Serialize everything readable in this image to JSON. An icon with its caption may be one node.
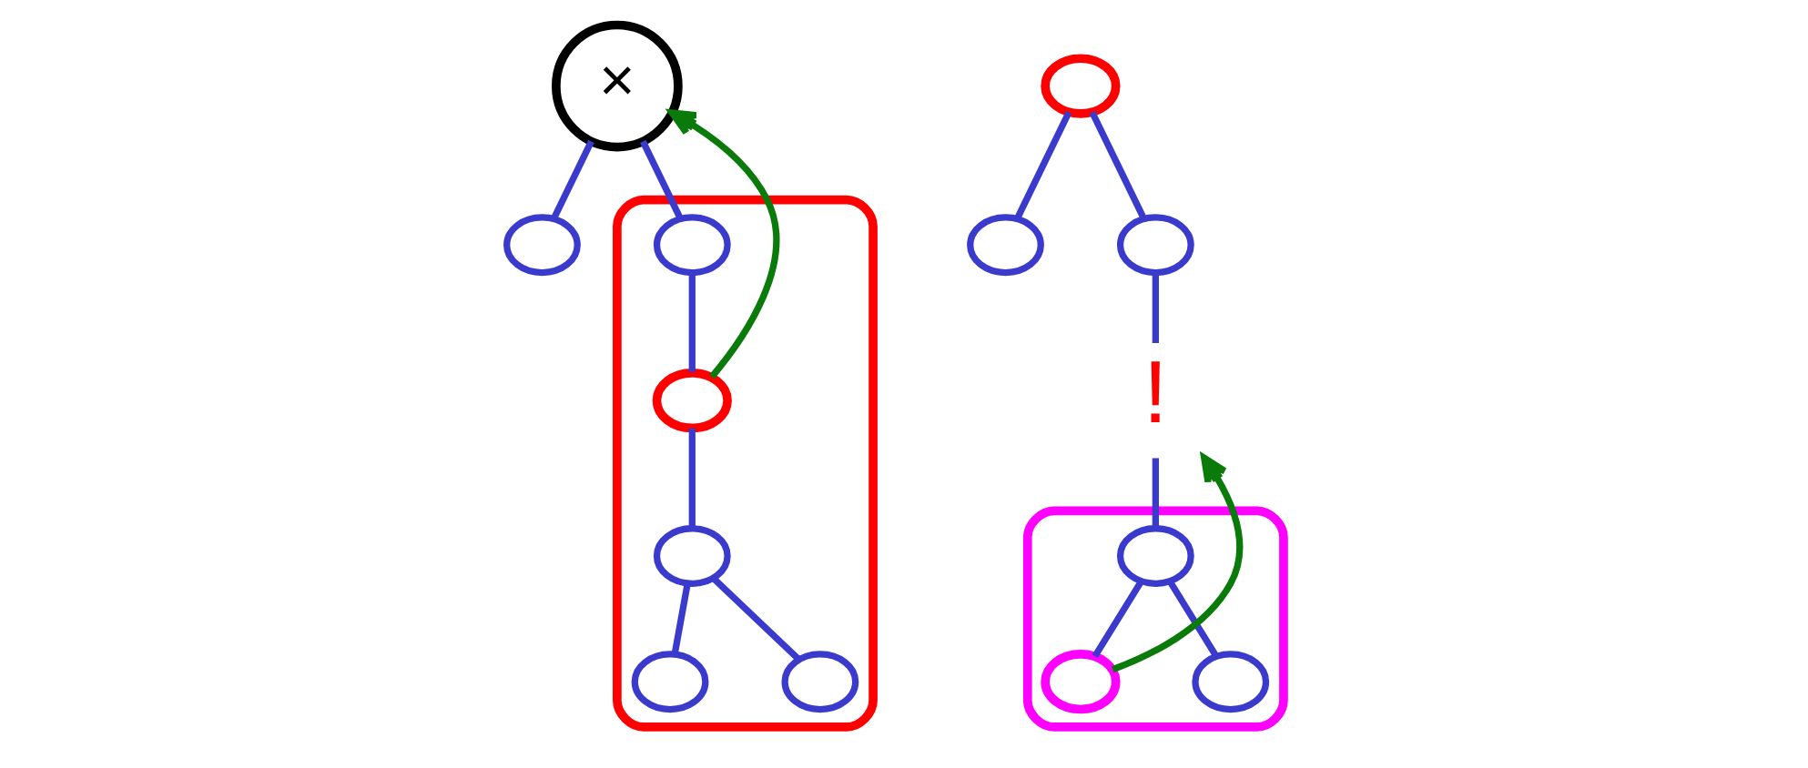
{
  "diagram": {
    "nodes": [
      {
        "text": [
          "×"
        ]
      },
      {
        "text": [],
        "shape": "circle"
      },
      {
        "text": [],
        "shape": "triangle"
      },
      {
        "text": [],
        "shape": "circle",
        "in": 2
      },
      {
        "text": [],
        "shape": "circle",
        "in": 2
      },
      {
        "text": [],
        "shape": "circle",
        "in": 2
      },
      {
        "text": [],
        "shape": "circle",
        "in": 2
      },
      {
        "text": [],
        "shape": "circle",
        "in": 2
      },
      {
        "text": [],
        "shape": "circle"
      },
      {
        "text": [],
        "shape": "circle"
      },
      {
        "text": [],
        "shape": "circle"
      },
      {
        "text": [
          "!"
        ]
      },
      {
        "text": [],
        "shape": "triangle"
      },
      {
        "text": [],
        "shape": "circle",
        "in": 12
      },
      {
        "text": [],
        "shape": "circle",
        "in": 12
      },
      {
        "text": [],
        "shape": "circle",
        "in": 12
      }
    ],
    "edges": [
      {
        "from": 0,
        "to": 1,
        "arrow": "none"
      },
      {
        "from": 0,
        "to": 3,
        "arrow": "none"
      },
      {
        "from": 3,
        "to": 4,
        "arrow": "none"
      },
      {
        "from": 4,
        "to": 5,
        "arrow": "none"
      },
      {
        "from": 5,
        "to": 6,
        "arrow": "none"
      },
      {
        "from": 5,
        "to": 7,
        "arrow": "none"
      },
      {
        "from": 4,
        "to": 0,
        "arrow": "to",
        "color": "#0a7a0a"
      },
      {
        "from": 8,
        "to": 9,
        "arrow": "none"
      },
      {
        "from": 8,
        "to": 10,
        "arrow": "none"
      },
      {
        "from": 10,
        "to": 11,
        "arrow": "none"
      },
      {
        "from": 11,
        "to": 13,
        "arrow": "none"
      },
      {
        "from": 13,
        "to": 14,
        "arrow": "none"
      },
      {
        "from": 13,
        "to": 15,
        "arrow": "none"
      },
      {
        "from": 14,
        "to": 11,
        "arrow": "to",
        "color": "#0a7a0a"
      }
    ]
  }
}
